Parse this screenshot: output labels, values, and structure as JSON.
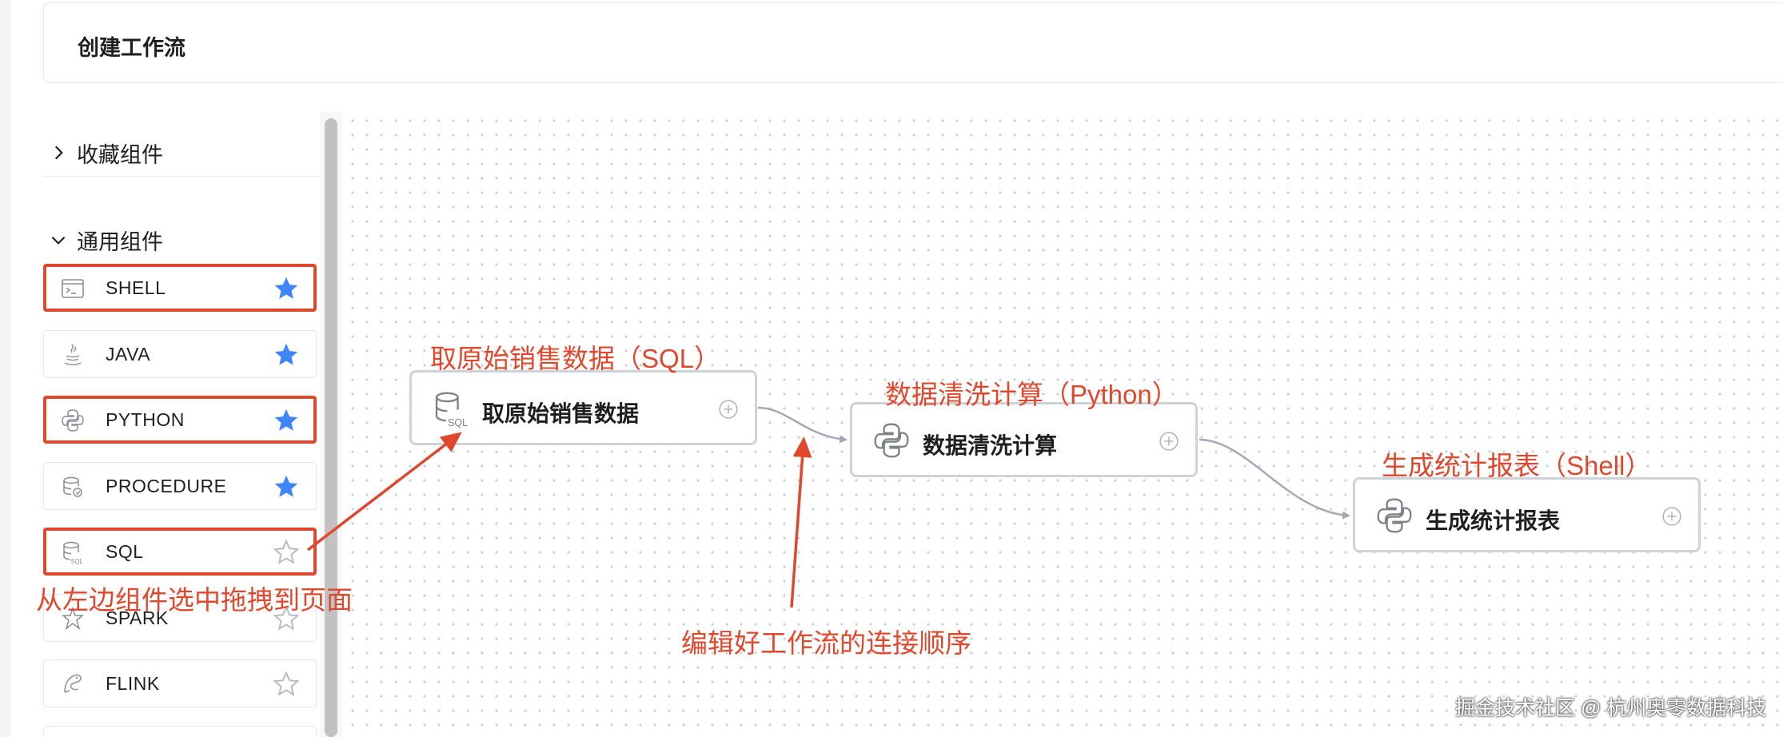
{
  "header": {
    "title": "创建工作流"
  },
  "sidebar": {
    "groups": [
      {
        "label": "收藏组件",
        "expanded": false
      },
      {
        "label": "通用组件",
        "expanded": true
      }
    ],
    "items": [
      {
        "name": "SHELL",
        "icon": "terminal-icon",
        "starred": true,
        "highlighted": true
      },
      {
        "name": "JAVA",
        "icon": "java-icon",
        "starred": true,
        "highlighted": false
      },
      {
        "name": "PYTHON",
        "icon": "python-icon",
        "starred": true,
        "highlighted": true
      },
      {
        "name": "PROCEDURE",
        "icon": "procedure-icon",
        "starred": true,
        "highlighted": false
      },
      {
        "name": "SQL",
        "icon": "sql-icon",
        "starred": false,
        "highlighted": true
      },
      {
        "name": "SPARK",
        "icon": "spark-icon",
        "starred": false,
        "highlighted": false
      },
      {
        "name": "FLINK",
        "icon": "flink-icon",
        "starred": false,
        "highlighted": false
      }
    ]
  },
  "nodes": [
    {
      "title": "取原始销售数据",
      "icon": "sql-icon",
      "annotation": "取原始销售数据（SQL）"
    },
    {
      "title": "数据清洗计算",
      "icon": "python-icon",
      "annotation": "数据清洗计算（Python）"
    },
    {
      "title": "生成统计报表",
      "icon": "python-icon",
      "annotation": "生成统计报表（Shell）"
    }
  ],
  "annotations": {
    "drag": "从左边组件选中拖拽到页面",
    "connect": "编辑好工作流的连接顺序"
  },
  "watermark": "掘金技术社区 @ 杭州奥零数据科技",
  "colors": {
    "accent_star": "#3e86f7",
    "annotation_red": "#e0482d",
    "node_border": "#cfd2d6",
    "edge": "#a3a9b2"
  }
}
